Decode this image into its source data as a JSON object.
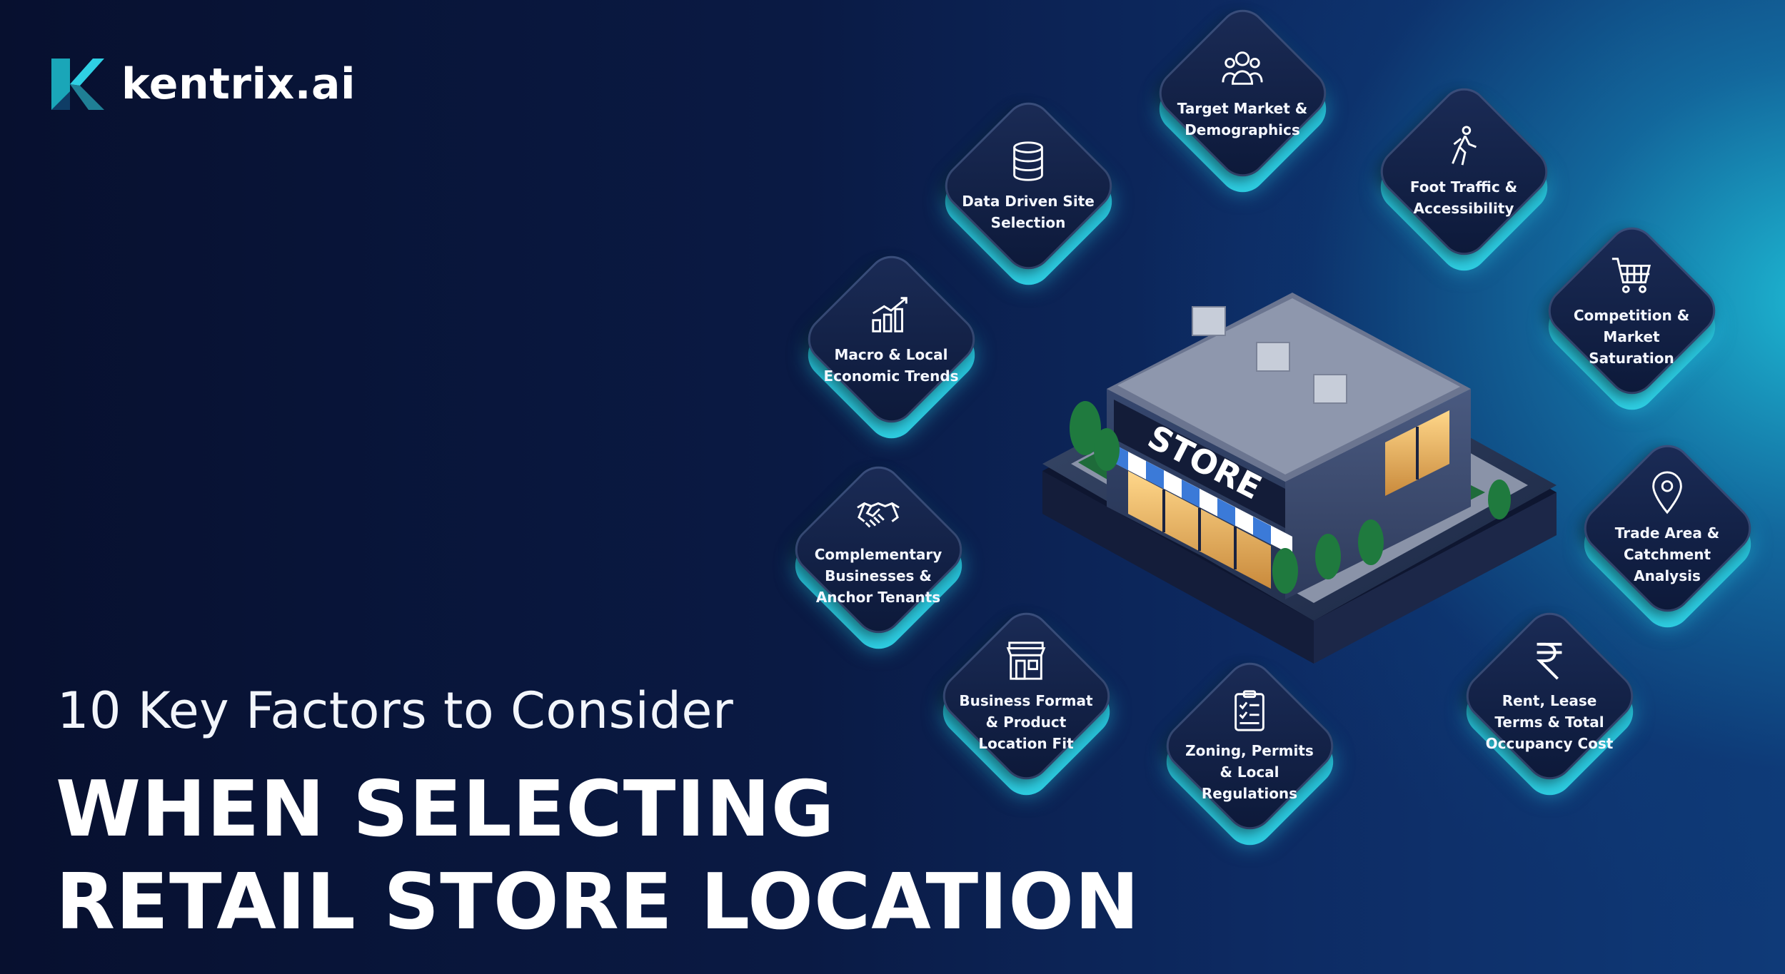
{
  "brand": {
    "name": "kentrix.ai",
    "logo_icon": "k-logo-icon"
  },
  "headline": {
    "subtitle": "10 Key Factors to Consider",
    "title_line1": "WHEN SELECTING",
    "title_line2": "RETAIL STORE LOCATION"
  },
  "store_sign": "STORE",
  "colors": {
    "accent": "#2fd0e4",
    "background_dark": "#07102f",
    "tile": "#13224a"
  },
  "factors": [
    {
      "label": "Target Market & Demographics",
      "icon": "people-group-icon"
    },
    {
      "label": "Data Driven Site Selection",
      "icon": "database-icon"
    },
    {
      "label": "Foot Traffic & Accessibility",
      "icon": "walking-person-icon"
    },
    {
      "label": "Macro & Local Economic Trends",
      "icon": "growth-chart-icon"
    },
    {
      "label": "Competition & Market Saturation",
      "icon": "shopping-cart-icon"
    },
    {
      "label": "Complementary Businesses & Anchor Tenants",
      "icon": "handshake-icon"
    },
    {
      "label": "Trade Area & Catchment Analysis",
      "icon": "location-pin-icon"
    },
    {
      "label": "Business Format & Product Location Fit",
      "icon": "storefront-icon"
    },
    {
      "label": "Rent, Lease Terms & Total Occupancy Cost",
      "icon": "rupee-icon"
    },
    {
      "label": "Zoning, Permits & Local Regulations",
      "icon": "clipboard-checklist-icon"
    }
  ]
}
